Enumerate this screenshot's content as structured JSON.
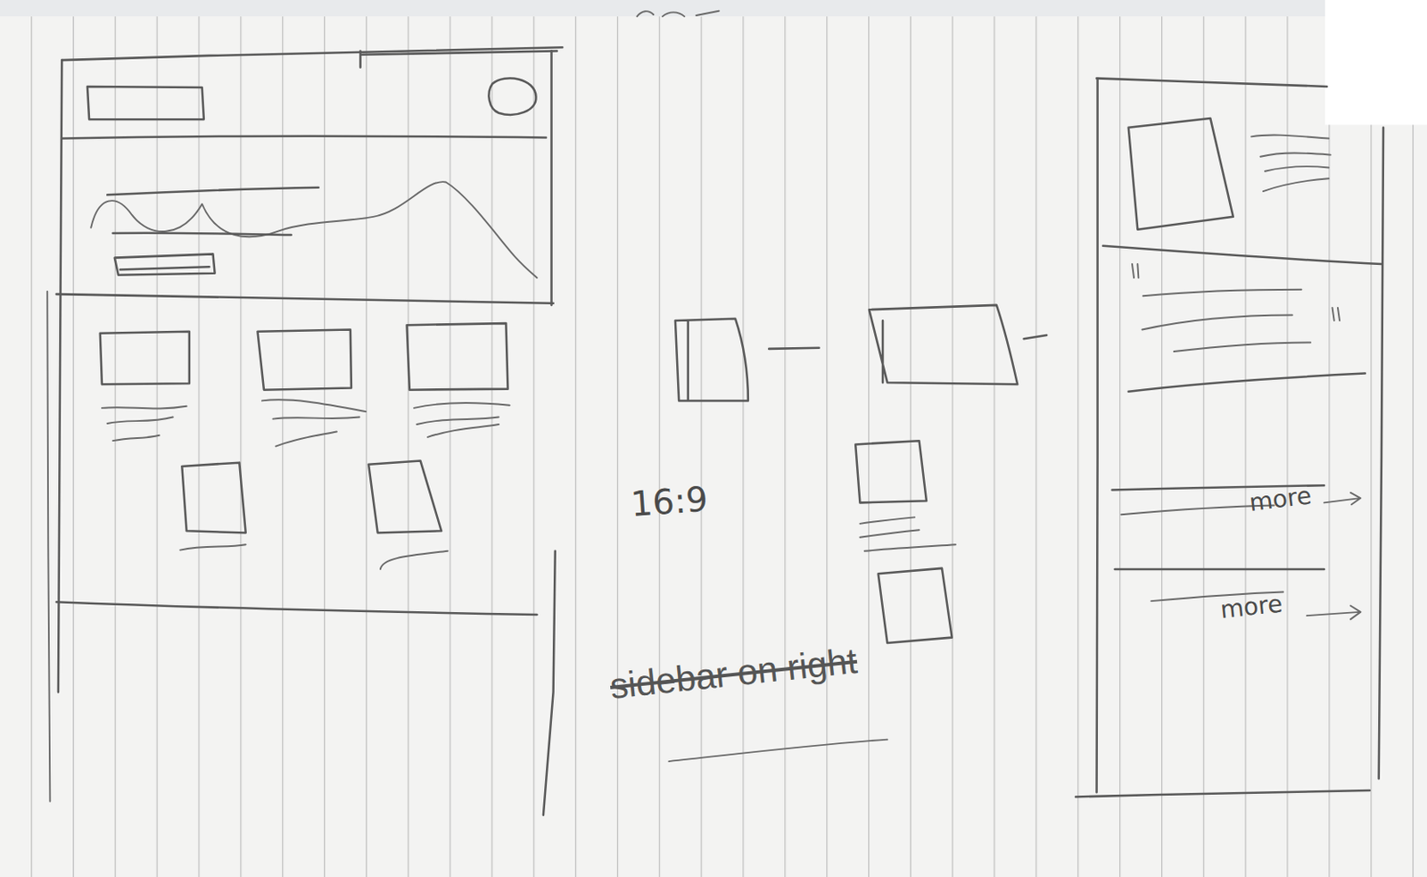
{
  "diagram": {
    "labels": [
      "16:9",
      "sidebar on right",
      "more",
      "more"
    ]
  }
}
